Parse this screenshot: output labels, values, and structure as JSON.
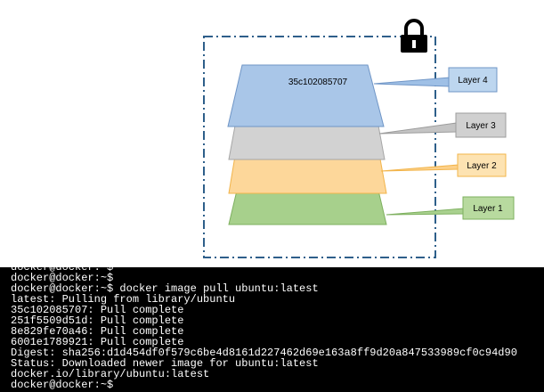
{
  "diagram": {
    "layers": [
      {
        "id": "35c102085707",
        "label": "Layer 4",
        "fill": "#a9c6e8",
        "stroke": "#6f95c6",
        "callout_fill": "#bdd6ef",
        "callout_stroke": "#6f95c6"
      },
      {
        "id": "251f5509d51d",
        "label": "Layer 3",
        "fill": "#d2d2d2",
        "stroke": "#a6a6a6",
        "callout_fill": "#d0d0d0",
        "callout_stroke": "#9c9c9c"
      },
      {
        "id": "8e829fe70a46",
        "label": "Layer 2",
        "fill": "#fdd79a",
        "stroke": "#f2b44a",
        "callout_fill": "#fde3b2",
        "callout_stroke": "#f2b44a"
      },
      {
        "id": "6001e1789921",
        "label": "Layer 1",
        "fill": "#a7d08c",
        "stroke": "#7eb05f",
        "callout_fill": "#b8da9f",
        "callout_stroke": "#7eb05f"
      }
    ],
    "lock_icon": "lock-icon",
    "border_color": "#2e5f8a"
  },
  "terminal": {
    "lines": [
      "docker@docker:~$",
      "docker@docker:~$ docker image pull ubuntu:latest",
      "latest: Pulling from library/ubuntu",
      "35c102085707: Pull complete",
      "251f5509d51d: Pull complete",
      "8e829fe70a46: Pull complete",
      "6001e1789921: Pull complete",
      "Digest: sha256:d1d454df0f579c6be4d8161d227462d69e163a8ff9d20a847533989cf0c94d90",
      "Status: Downloaded newer image for ubuntu:latest",
      "docker.io/library/ubuntu:latest",
      "docker@docker:~$"
    ]
  }
}
